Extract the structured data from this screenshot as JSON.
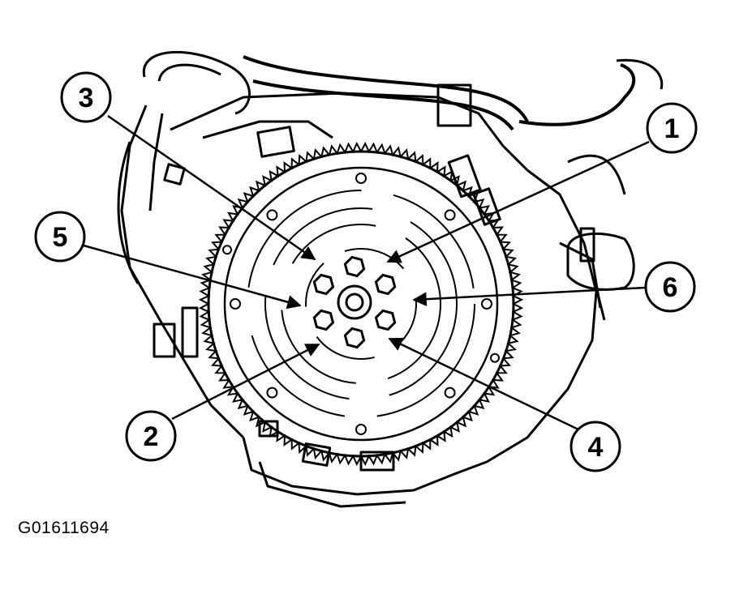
{
  "figure": {
    "id_label": "G01611694"
  },
  "callouts": [
    {
      "label": "1"
    },
    {
      "label": "2"
    },
    {
      "label": "3"
    },
    {
      "label": "4"
    },
    {
      "label": "5"
    },
    {
      "label": "6"
    }
  ],
  "colors": {
    "line": "#000000",
    "background": "#ffffff"
  }
}
